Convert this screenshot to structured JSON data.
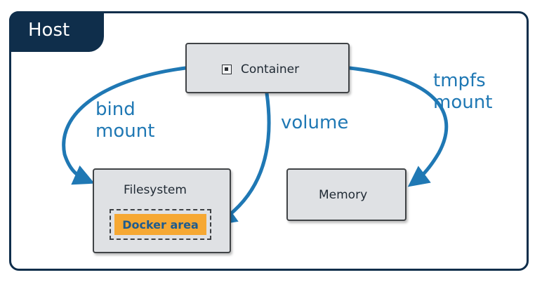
{
  "host": {
    "label": "Host"
  },
  "nodes": {
    "container": "Container",
    "filesystem": "Filesystem",
    "docker_area": "Docker area",
    "memory": "Memory"
  },
  "edges": {
    "bind_mount": [
      "bind",
      "mount"
    ],
    "volume": "volume",
    "tmpfs_mount": [
      "tmpfs",
      "mount"
    ]
  },
  "colors": {
    "host_frame": "#0f2e4b",
    "arrow": "#1f78b4",
    "box_fill": "#dfe1e4",
    "docker_area_fill": "#f6a833"
  },
  "icons": {
    "container": "container-icon"
  }
}
